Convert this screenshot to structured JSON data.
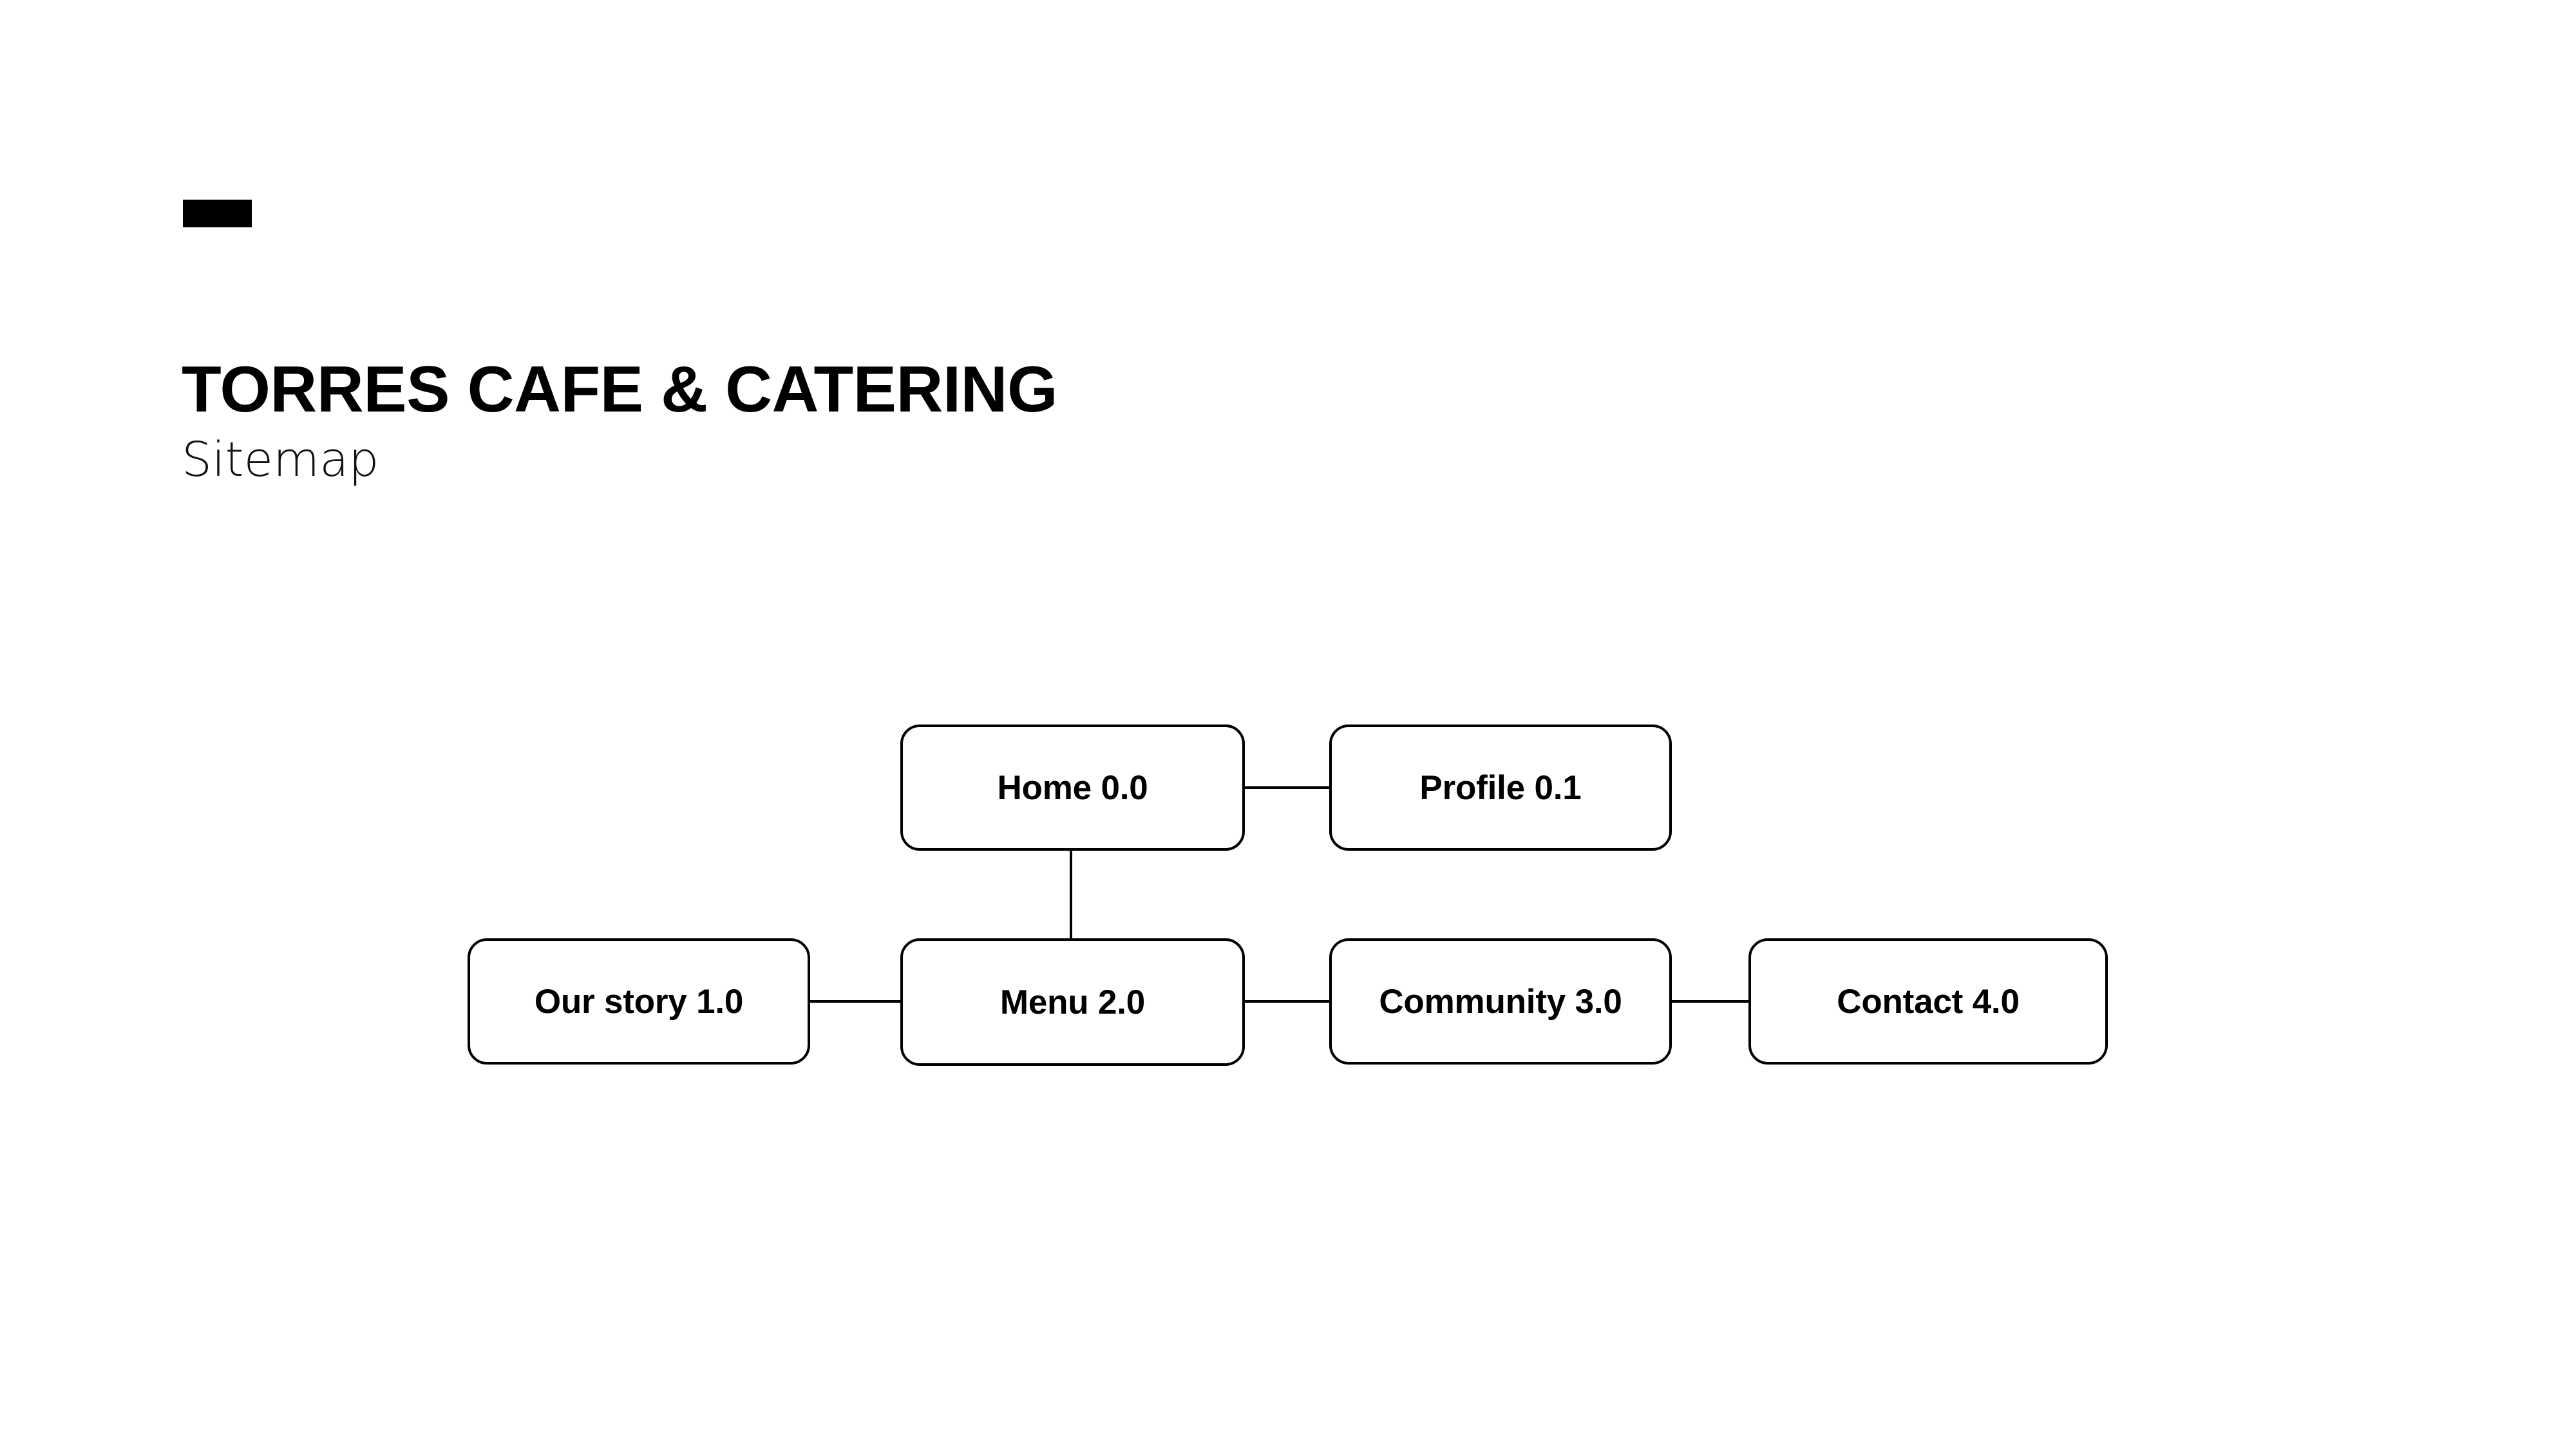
{
  "header": {
    "marker_icon": "solid-bar-marker",
    "title": "TORRES CAFE & CATERING",
    "subtitle": "Sitemap"
  },
  "theme": {
    "background": "#ffffff",
    "ink": "#000000",
    "node_fill": "#ffffff",
    "node_border": "#000000"
  },
  "diagram": {
    "type": "sitemap",
    "nodes": [
      {
        "id": "home",
        "label": "Home 0.0",
        "row": 1,
        "column": 3
      },
      {
        "id": "profile",
        "label": "Profile 0.1",
        "row": 1,
        "column": 4
      },
      {
        "id": "ourstory",
        "label": "Our story 1.0",
        "row": 2,
        "column": 2
      },
      {
        "id": "menu",
        "label": "Menu 2.0",
        "row": 2,
        "column": 3
      },
      {
        "id": "community",
        "label": "Community 3.0",
        "row": 2,
        "column": 4
      },
      {
        "id": "contact",
        "label": "Contact 4.0",
        "row": 2,
        "column": 5
      }
    ],
    "edges": [
      {
        "from": "home",
        "to": "profile",
        "orientation": "horizontal"
      },
      {
        "from": "home",
        "to": "menu",
        "orientation": "vertical"
      },
      {
        "from": "ourstory",
        "to": "menu",
        "orientation": "horizontal"
      },
      {
        "from": "menu",
        "to": "community",
        "orientation": "horizontal"
      },
      {
        "from": "community",
        "to": "contact",
        "orientation": "horizontal"
      }
    ]
  }
}
